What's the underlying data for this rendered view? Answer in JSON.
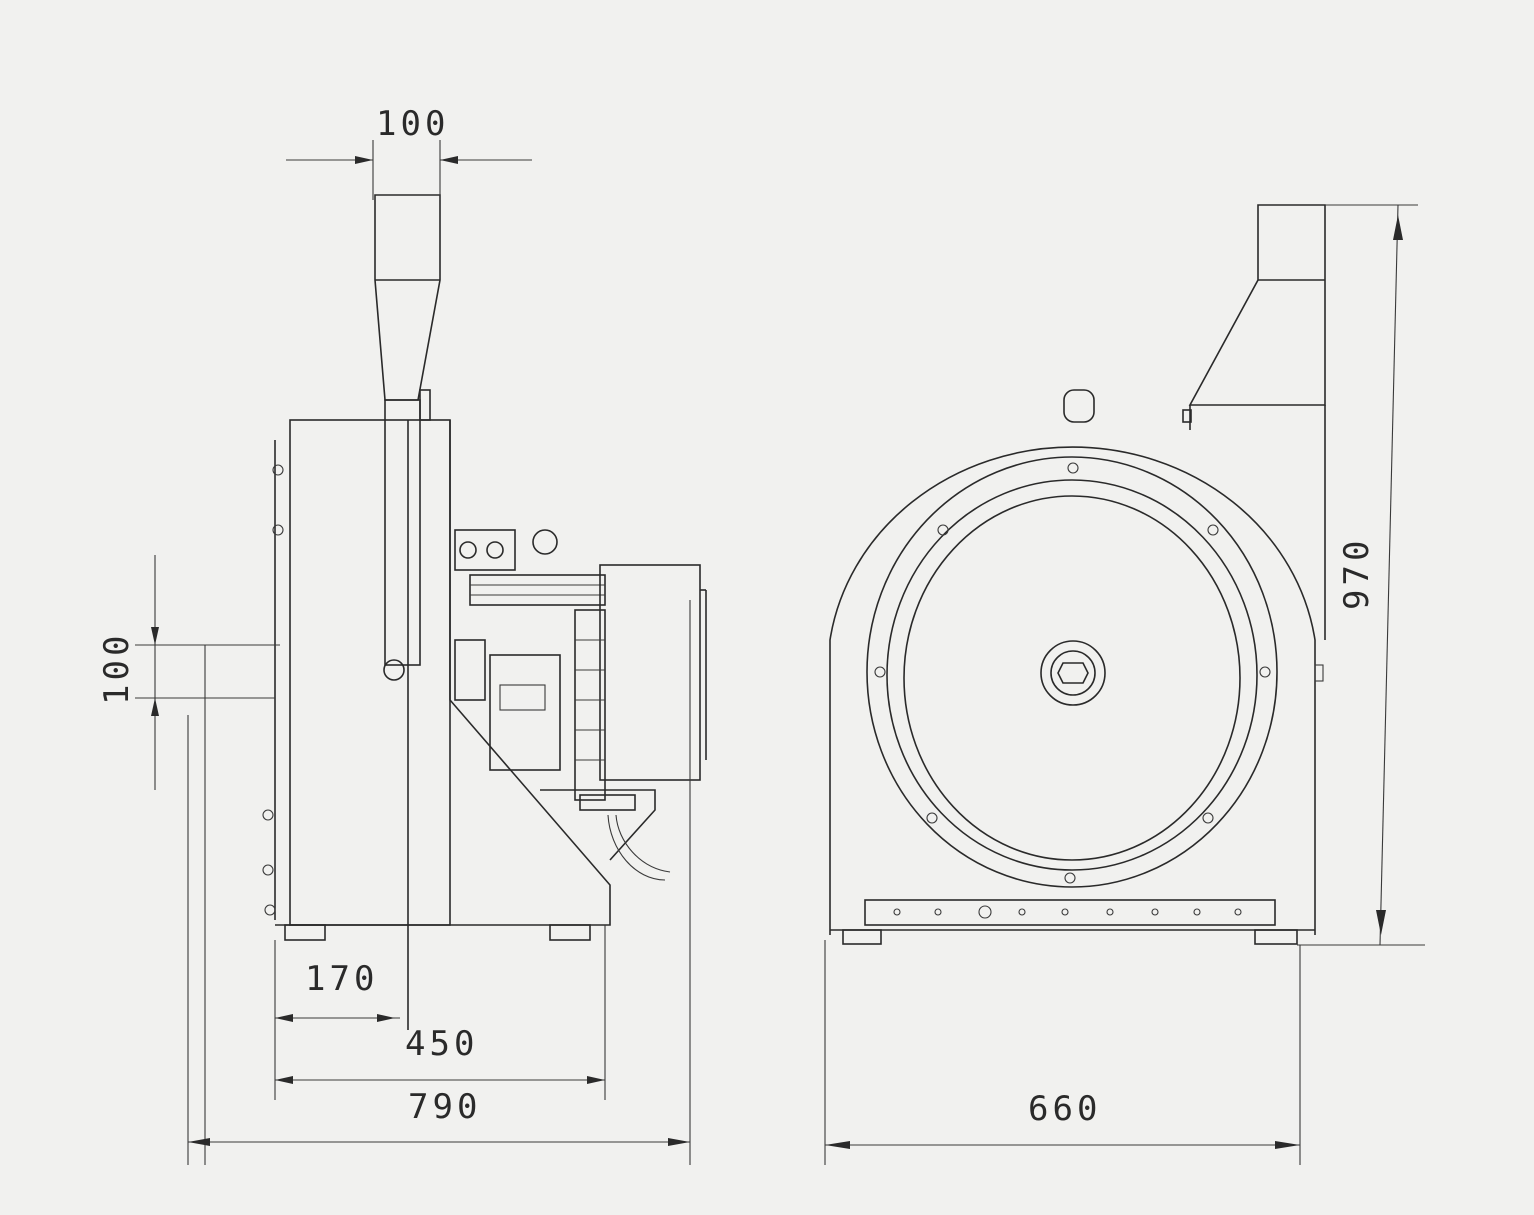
{
  "dimensions": {
    "side_top_width": "100",
    "side_left_height": "100",
    "side_offset": "170",
    "side_mid": "450",
    "side_length": "790",
    "front_width": "660",
    "front_height": "970"
  }
}
